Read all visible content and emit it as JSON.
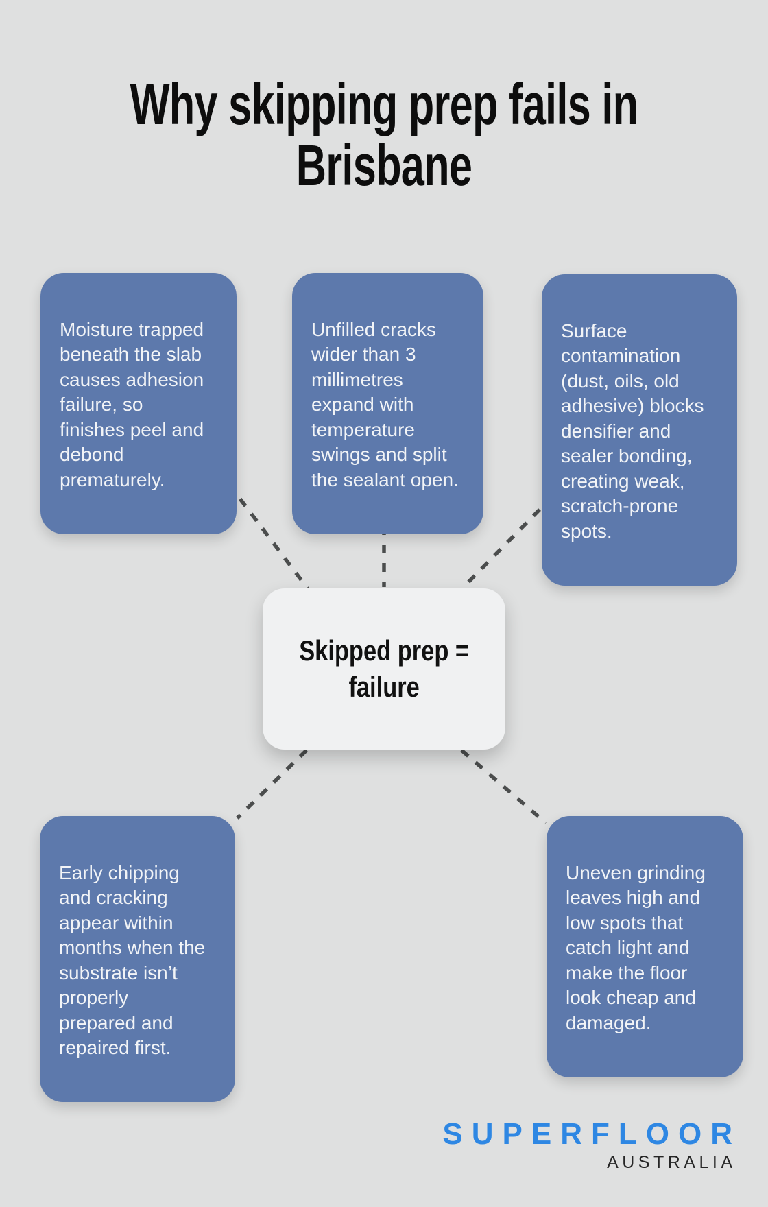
{
  "title": "Why skipping prep fails in\nBrisbane",
  "center": {
    "label": "Skipped prep =\nfailure"
  },
  "causes": [
    {
      "id": "moisture",
      "text": "Moisture trapped\nbeneath the slab\ncauses adhesion\nfailure, so\nfinishes peel and\ndebond\nprematurely."
    },
    {
      "id": "cracks",
      "text": "Unfilled cracks\nwider than 3\nmillimetres\nexpand with\ntemperature\nswings and split\nthe sealant open."
    },
    {
      "id": "surface",
      "text": "Surface\ncontamination\n(dust, oils, old\nadhesive) blocks\ndensifier and\nsealer bonding,\ncreating weak,\nscratch-prone\nspots."
    },
    {
      "id": "chipping",
      "text": "Early chipping\nand cracking\nappear within\nmonths when the\nsubstrate isn’t\nproperly\nprepared and\nrepaired first."
    },
    {
      "id": "grinding",
      "text": "Uneven grinding\nleaves high and\nlow spots that\ncatch light and\nmake the floor\nlook cheap and\ndamaged."
    }
  ],
  "logo": {
    "brand": "SUPERFLOOR",
    "region": "AUSTRALIA"
  },
  "colors": {
    "background": "#dfe0e0",
    "box_fill": "#5d79ac",
    "box_text": "#f2f4f7",
    "center_fill": "#f0f1f2",
    "center_text": "#111111",
    "connector": "#4b4d4d",
    "title_text": "#0d0d0d",
    "logo_brand": "#2e87e3",
    "logo_region": "#262626"
  }
}
